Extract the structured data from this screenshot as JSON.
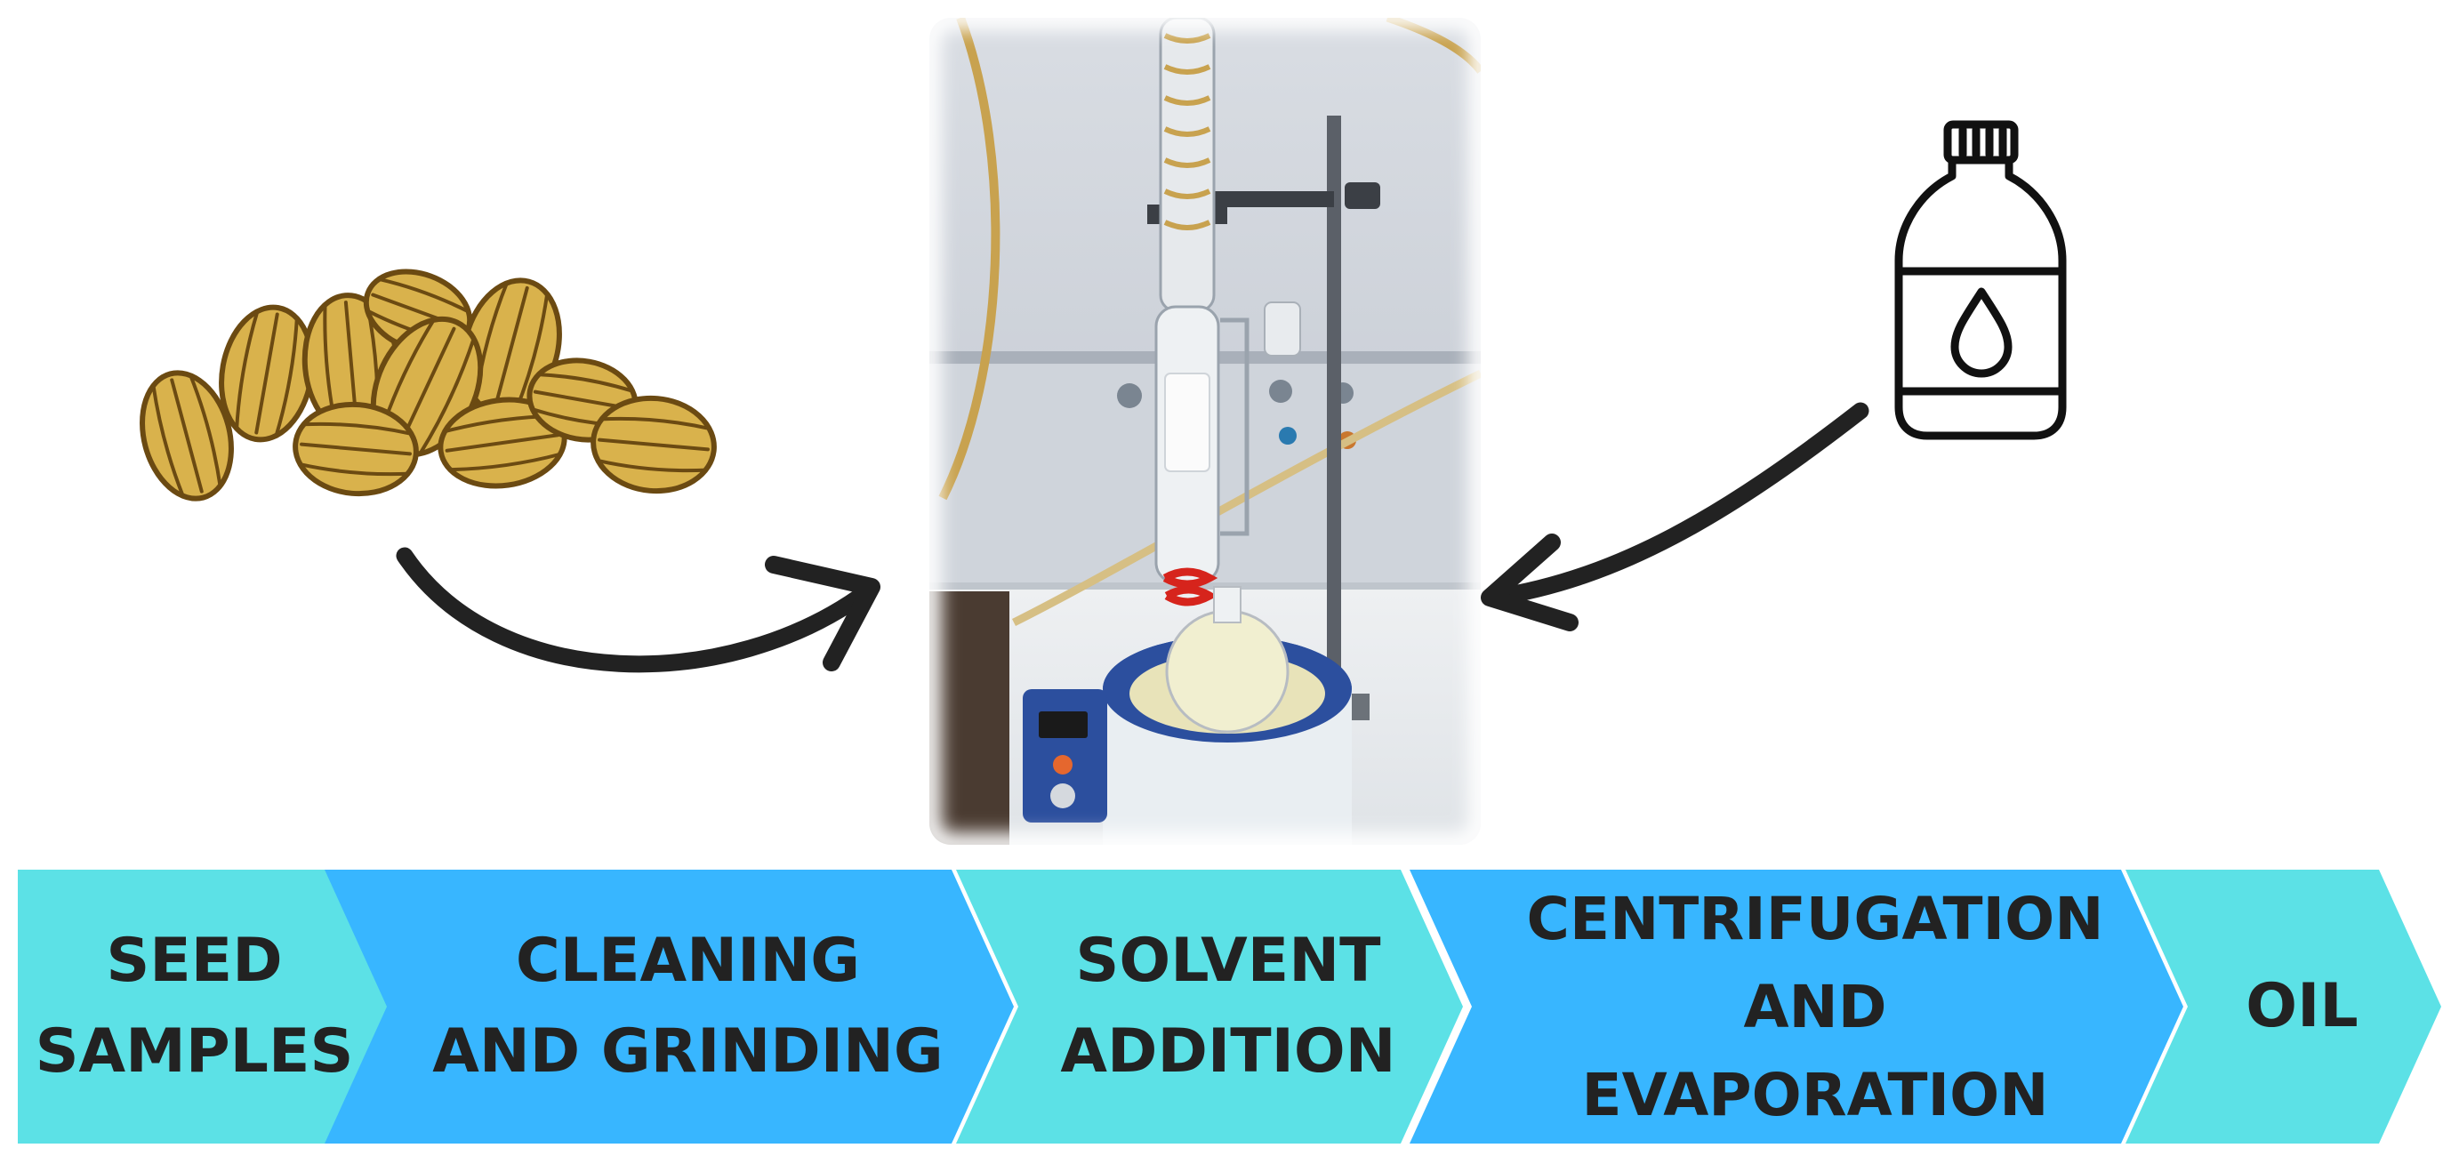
{
  "colors": {
    "chevron_light": "#5CE1E6",
    "chevron_dark": "#38B6FF",
    "arrow": "#222222",
    "seed_fill": "#D9B24C",
    "seed_outline": "#6B4A12",
    "bottle_outline": "#111111"
  },
  "icons": {
    "seeds": "coriander-seeds-icon",
    "bottle": "oil-bottle-icon",
    "apparatus": "soxhlet-extraction-photo"
  },
  "steps": [
    {
      "id": "seed-samples",
      "lines": [
        "SEED",
        "SAMPLES"
      ]
    },
    {
      "id": "cleaning-grinding",
      "lines": [
        "CLEANING",
        "AND GRINDING"
      ]
    },
    {
      "id": "solvent-addition",
      "lines": [
        "SOLVENT",
        "ADDITION"
      ]
    },
    {
      "id": "centrifugation-evaporation",
      "lines": [
        "CENTRIFUGATION",
        "AND",
        "EVAPORATION"
      ]
    },
    {
      "id": "oil",
      "lines": [
        "OIL"
      ]
    }
  ]
}
